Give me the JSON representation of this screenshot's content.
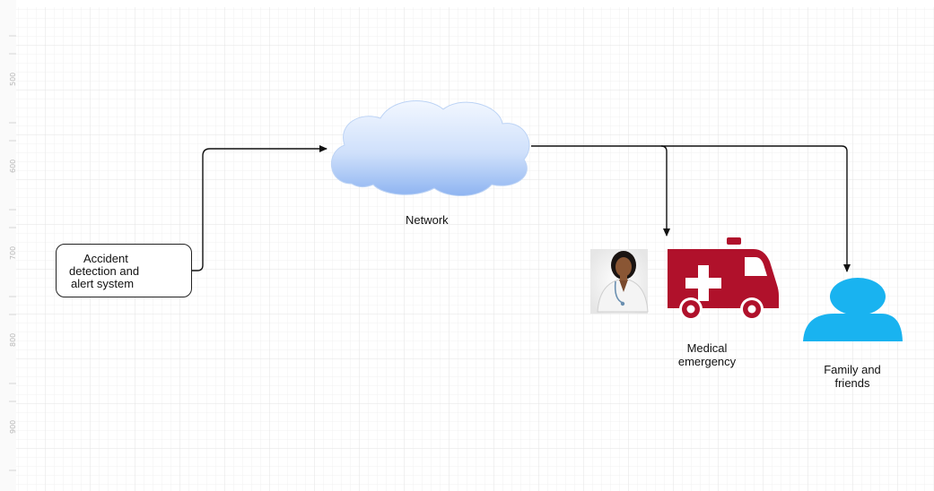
{
  "ruler": {
    "marks": [
      "500",
      "600",
      "700",
      "800",
      "900"
    ]
  },
  "nodes": {
    "accident": {
      "lines": [
        "Accident",
        "detection and",
        "alert system"
      ]
    },
    "network": {
      "label": "Network"
    },
    "medical": {
      "lines": [
        "Medical",
        "emergency"
      ]
    },
    "family": {
      "lines": [
        "Family and",
        "friends"
      ]
    }
  },
  "colors": {
    "cloud_top": "#eef4ff",
    "cloud_bottom": "#8fb6f2",
    "ambulance": "#b0112b",
    "person": "#19b3f0",
    "edge": "#111111",
    "grid": "#ececec"
  },
  "icons": {
    "cloud": "cloud-icon",
    "doctor": "doctor-icon",
    "ambulance": "ambulance-icon",
    "person": "person-icon"
  }
}
